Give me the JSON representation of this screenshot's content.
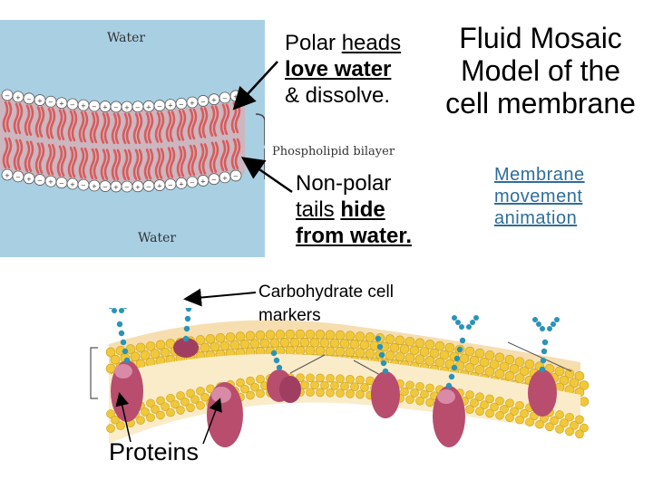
{
  "title": {
    "line1": "Fluid Mosaic",
    "line2": "Model of the",
    "line3": "cell membrane"
  },
  "polar": {
    "word1": "Polar",
    "word2": "heads",
    "line2": "love water",
    "line3": "& dissolve."
  },
  "nonpolar": {
    "line1": "Non-polar",
    "line2_a": "tails",
    "line2_b": "hide",
    "line3": "from water."
  },
  "carbohydrate": {
    "line1": "Carbohydrate cell",
    "line2": "markers"
  },
  "proteins": {
    "label": "Proteins"
  },
  "link": {
    "line1": "Membrane",
    "line2": "movement",
    "line3": "animation"
  },
  "bilayer_image": {
    "water_top": "Water",
    "bilayer": "Phospholipid bilayer",
    "water_bottom": "Water"
  },
  "colors": {
    "water_bg": "#a9cfe3",
    "tails": "#d95b5b",
    "heads": "#ffffff",
    "protein": "#b84d6e",
    "carb": "#2a93b8",
    "lipid_head": "#f0c83a",
    "link": "#2e6e99"
  }
}
